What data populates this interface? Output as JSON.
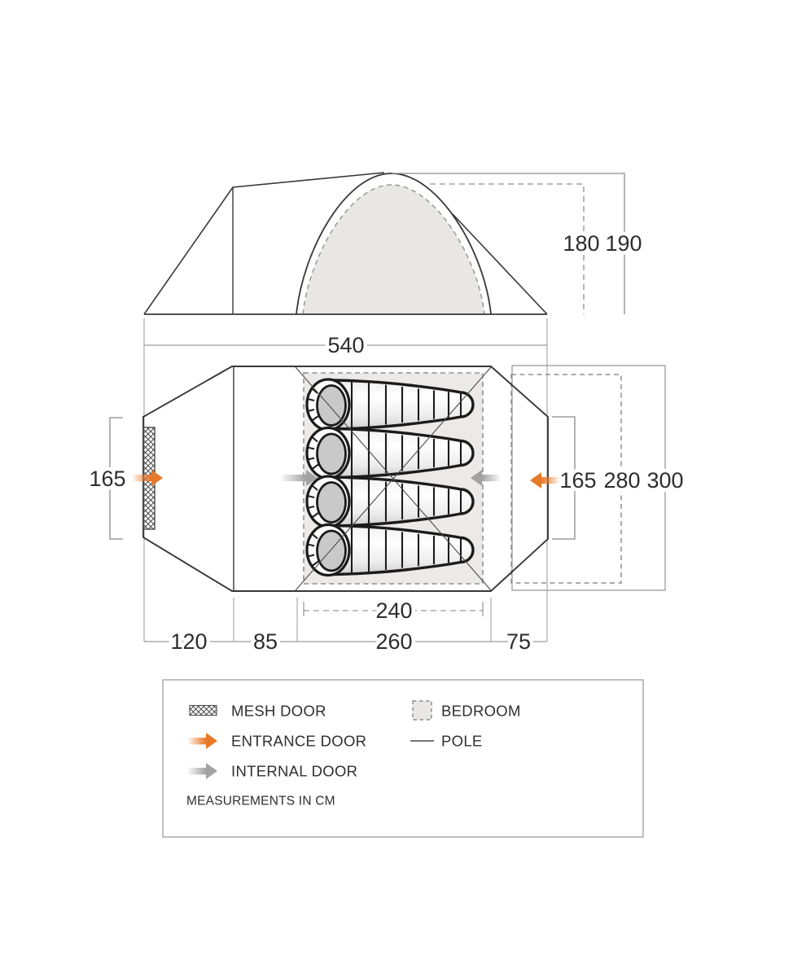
{
  "side_view": {
    "width": "540",
    "inner_height": "180",
    "outer_height": "190"
  },
  "floor_plan": {
    "left_door_height": "165",
    "right_door_height": "165",
    "inner_width": "280",
    "outer_width": "300",
    "bedroom_length": "240",
    "bottom_segments": [
      "120",
      "85",
      "260",
      "75"
    ],
    "sleeping_bag_count": 4
  },
  "legend": {
    "items": [
      {
        "icon": "mesh-swatch",
        "label": "MESH DOOR"
      },
      {
        "icon": "entrance-arrow-swatch",
        "label": "ENTRANCE DOOR"
      },
      {
        "icon": "internal-arrow-swatch",
        "label": "INTERNAL DOOR"
      },
      {
        "icon": "bedroom-swatch",
        "label": "BEDROOM"
      },
      {
        "icon": "pole-swatch",
        "label": "POLE"
      }
    ],
    "note": "MEASUREMENTS IN CM"
  },
  "colors": {
    "entrance_orange": "#e8792a",
    "internal_gray": "#a3a3a3",
    "bedroom_fill": "#eceae9",
    "outline_dark": "#383838",
    "dimension_gray": "#9b9b9b"
  }
}
